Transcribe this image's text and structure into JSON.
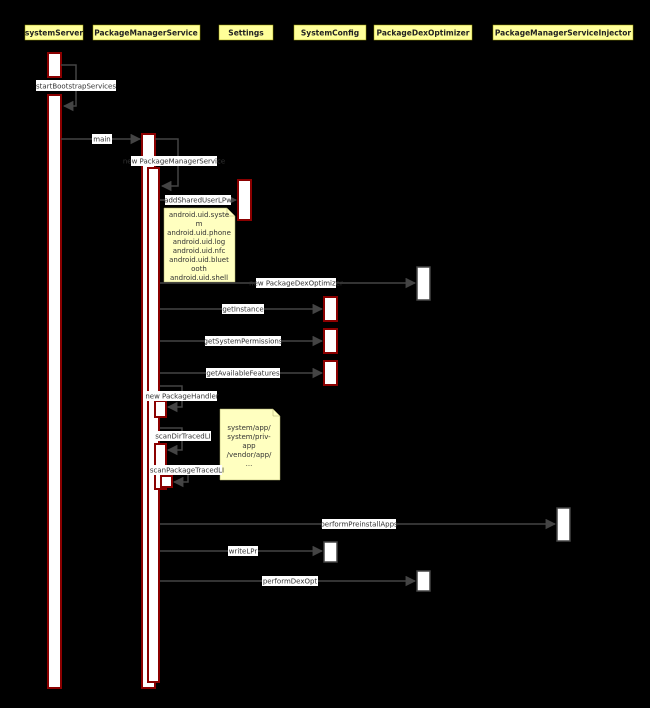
{
  "participants": [
    {
      "id": "systemServer",
      "label": "systemServer"
    },
    {
      "id": "pms",
      "label": "PackageManagerService"
    },
    {
      "id": "settings",
      "label": "Settings"
    },
    {
      "id": "systemConfig",
      "label": "SystemConfig"
    },
    {
      "id": "dexOpt",
      "label": "PackageDexOptimizer"
    },
    {
      "id": "injector",
      "label": "PackageManagerServiceInjector"
    }
  ],
  "messages": {
    "startBootstrapServices": "startBootstrapServices",
    "main": "main",
    "newPms": "new PackageManagerService",
    "addSharedUserLPw": "addSharedUserLPw",
    "newDexOpt": "new PackageDexOptimizer",
    "getInstance": "getInstance",
    "getSystemPermissions": "getSystemPermissions",
    "getAvailableFeatures": "getAvailableFeatures",
    "newPackageHandler": "new PackageHandler",
    "scanDirTracedLI": "scanDirTracedLI",
    "scanPackageTracedLI": "scanPackageTracedLI",
    "performPreinstallApps": "performPreinstallApps",
    "writeLPr": "writeLPr",
    "performDexOpt": "performDexOpt"
  },
  "notes": {
    "sharedUsers": [
      "android.uid.syste",
      "m",
      "android.uid.phone",
      "android.uid.log",
      "android.uid.nfc",
      "android.uid.bluet",
      "ooth",
      "android.uid.shell"
    ],
    "scanDirs": [
      "system/app/",
      "system/priv-",
      "app",
      "/vendor/app/",
      "..."
    ]
  },
  "colors": {
    "background": "#000000",
    "header_fill": "#ffff99",
    "activation_border": "#8b0000",
    "note_fill": "#ffffc0",
    "arrow": "#444444"
  }
}
